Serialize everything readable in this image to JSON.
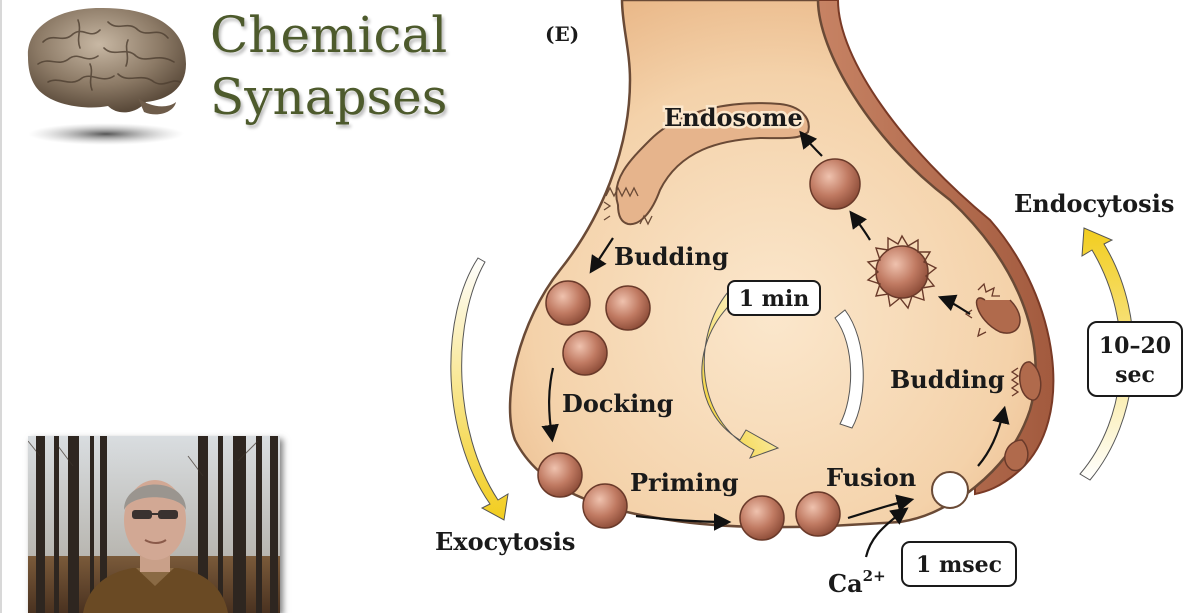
{
  "slide": {
    "title_line1": "Chemical",
    "title_line2": "Synapses"
  },
  "diagram": {
    "panel_label": "(E)",
    "labels": {
      "endosome": "Endosome",
      "budding_top": "Budding",
      "budding_right": "Budding",
      "docking": "Docking",
      "priming": "Priming",
      "fusion": "Fusion",
      "exocytosis": "Exocytosis",
      "endocytosis": "Endocytosis",
      "ca": "Ca",
      "ca_superscript": "2+"
    },
    "timings": {
      "cycle": "1 min",
      "endocytosis_line1": "10–20",
      "endocytosis_line2": "sec",
      "fusion": "1 msec"
    }
  },
  "colors": {
    "title_text": "#4d5a2c",
    "terminal_fill": "#f4d4ae",
    "membrane": "#b56a4c",
    "vesicle": "#b5705a",
    "arrow_yellow": "#f2d12a"
  }
}
